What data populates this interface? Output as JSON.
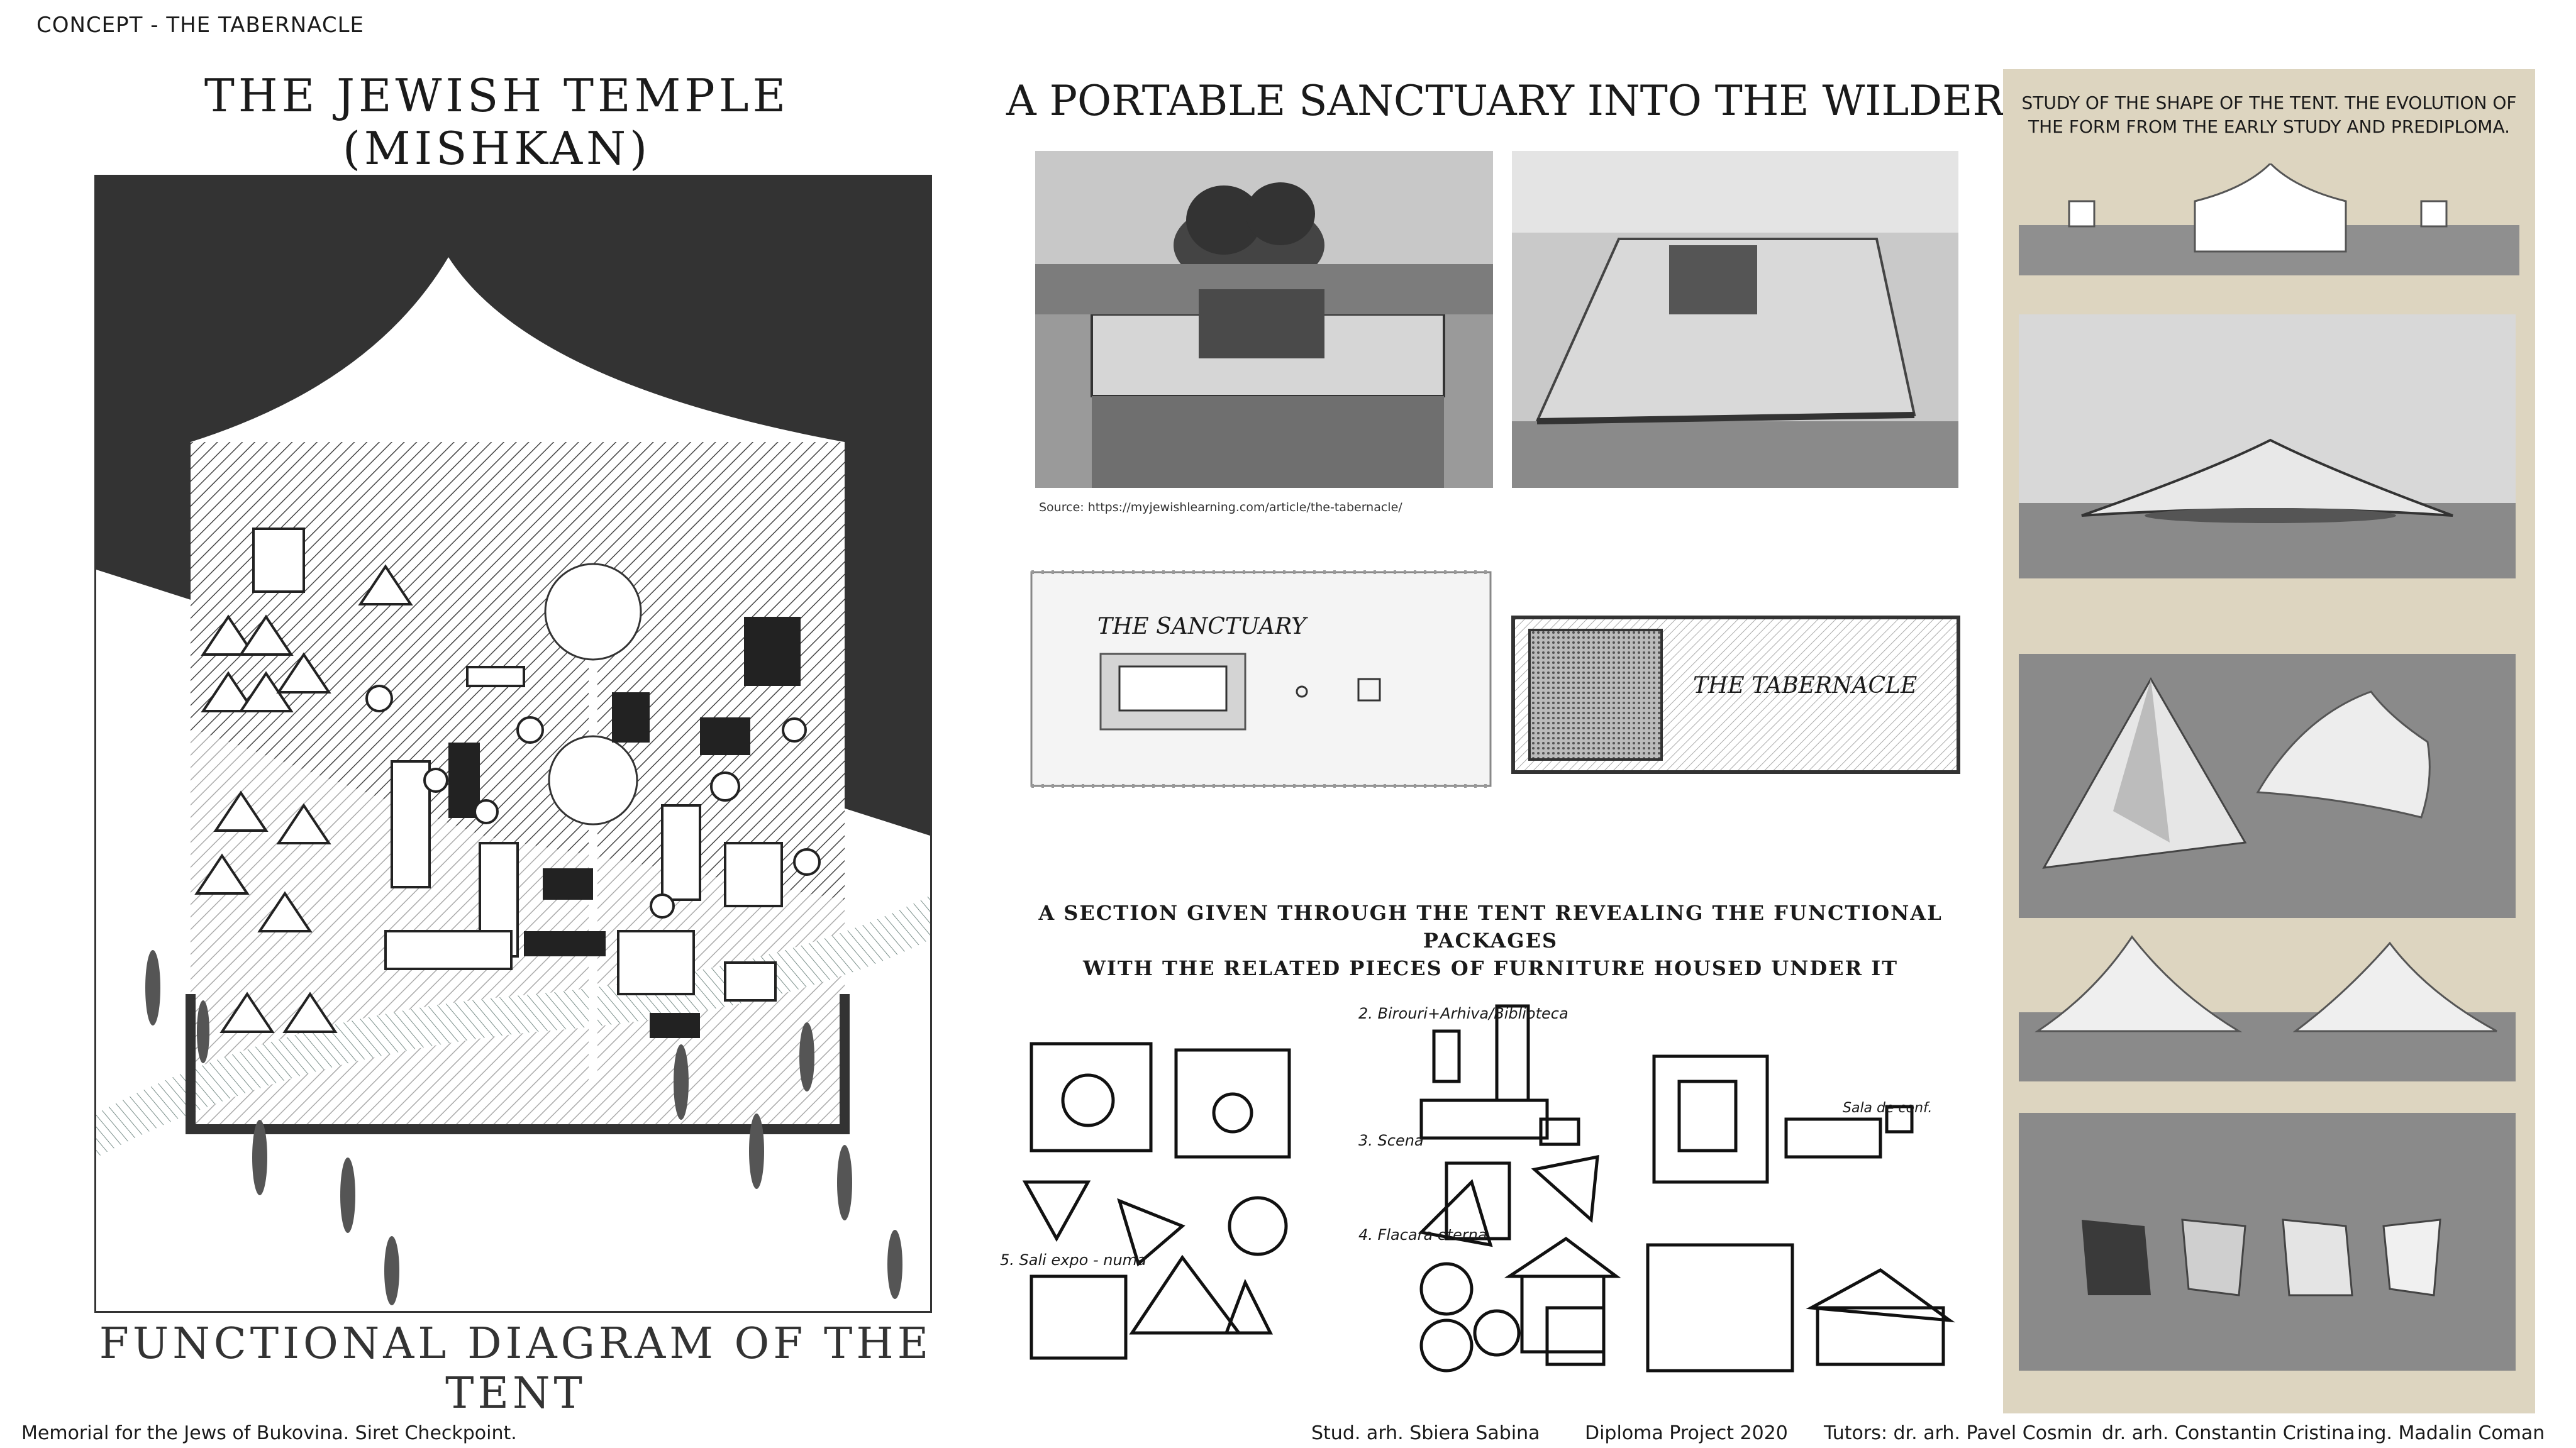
{
  "header": {
    "concept_label": "CONCEPT - THE TABERNACLE",
    "title_left": "THE JEWISH TEMPLE (MISHKAN)",
    "title_center": "A PORTABLE SANCTUARY INTO THE WILDERNESS"
  },
  "diagram": {
    "caption": "FUNCTIONAL DIAGRAM OF THE TENT"
  },
  "photos": {
    "source_note": "Source: https://myjewishlearning.com/article/the-tabernacle/"
  },
  "plans": {
    "sanctuary_label": "THE SANCTUARY",
    "tabernacle_label": "THE TABERNACLE"
  },
  "section": {
    "caption_line1": "A SECTION GIVEN THROUGH THE TENT REVEALING THE FUNCTIONAL PACKAGES",
    "caption_line2": "WITH THE RELATED PIECES OF FURNITURE HOUSED UNDER IT"
  },
  "sketch_notes": {
    "note_2": "2.   Birouri+Arhiva/Biblioteca",
    "note_3": "3. Scena",
    "note_4": "4. Flacara eterna",
    "note_5": "5. Sali expo - numa",
    "note_conf": "Sala de conf."
  },
  "study": {
    "caption_line1": "STUDY OF THE SHAPE OF THE TENT. THE EVOLUTION OF",
    "caption_line2": "THE FORM FROM THE EARLY STUDY AND PREDIPLOMA."
  },
  "footer": {
    "project_title": "Memorial for the Jews of Bukovina.  Siret Checkpoint.",
    "student": "Stud. arh. Sbiera Sabina",
    "project": "Diploma Project 2020",
    "tutors": "Tutors: dr. arh. Pavel Cosmin",
    "tutor2": "dr. arh. Constantin Cristina",
    "engineer": "ing. Madalin Coman"
  },
  "colors": {
    "diagram_dark": "#333333",
    "panel_beige": "#ddd5c0",
    "render_grey": "#9a9a9a",
    "ink": "#1a1a1a"
  }
}
